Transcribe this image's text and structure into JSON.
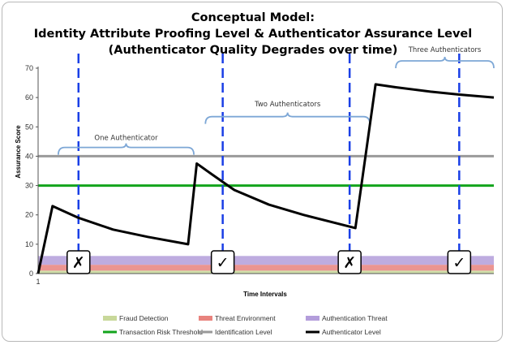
{
  "chart_data": {
    "type": "line",
    "title": [
      "Conceptual Model:",
      "Identity Attribute Proofing Level & Authenticator Assurance Level",
      "(Authenticator Quality Degrades over time)"
    ],
    "xlabel": "Time Intervals",
    "ylabel": "Assurance Score",
    "xlim": [
      1,
      80
    ],
    "ylim": [
      0,
      70
    ],
    "yticks": [
      0,
      10,
      20,
      30,
      40,
      50,
      60,
      70
    ],
    "xticks": [
      1
    ],
    "grid": false,
    "legend_position": "bottom",
    "colors": {
      "fraud": "#c8d89a",
      "threat_env": "#e8837e",
      "auth_threat": "#b39ddb",
      "risk_threshold": "#13a41c",
      "identification": "#9a9a9a",
      "authenticator": "#000000",
      "vline": "#1a3fe6",
      "brace": "#7da7d6"
    },
    "bands": [
      {
        "name": "Fraud Detection",
        "from": 0,
        "to": 1
      },
      {
        "name": "Threat Environment",
        "from": 1,
        "to": 3
      },
      {
        "name": "Authentication Threat",
        "from": 3,
        "to": 6
      }
    ],
    "series": [
      {
        "name": "Transaction Risk Threshold",
        "x": [
          1,
          80
        ],
        "y": [
          30,
          30
        ]
      },
      {
        "name": "Identification Level",
        "x": [
          1,
          80
        ],
        "y": [
          40,
          40
        ]
      },
      {
        "name": "Authenticator Level",
        "x": [
          1,
          3.5,
          8,
          14,
          20,
          27,
          28.5,
          31,
          35,
          41,
          47,
          56,
          59.5,
          63,
          69,
          74,
          80
        ],
        "y": [
          0,
          23,
          19,
          15,
          12.5,
          10,
          37.5,
          34,
          28.5,
          23.5,
          20,
          15.5,
          64.5,
          63.5,
          62,
          61,
          60
        ]
      }
    ],
    "checkpoints": [
      {
        "x": 8,
        "mark": "✗"
      },
      {
        "x": 33,
        "mark": "✓"
      },
      {
        "x": 55,
        "mark": "✗"
      },
      {
        "x": 74,
        "mark": "✓"
      }
    ],
    "annotations": [
      {
        "text": "One Authenticator",
        "x_from": 4.5,
        "x_to": 28,
        "y": 40.5,
        "text_y": 45.5
      },
      {
        "text": "Two Authenticators",
        "x_from": 30,
        "x_to": 58.5,
        "y": 51,
        "text_y": 57
      },
      {
        "text": "Three Authenticators",
        "x_from": 63,
        "x_to": 80,
        "y": 70,
        "text_y": 75.5
      }
    ],
    "legend": [
      "Fraud Detection",
      "Threat Environment",
      "Authentication Threat",
      "Transaction Risk Threshold",
      "Identification Level",
      "Authenticator Level"
    ]
  }
}
